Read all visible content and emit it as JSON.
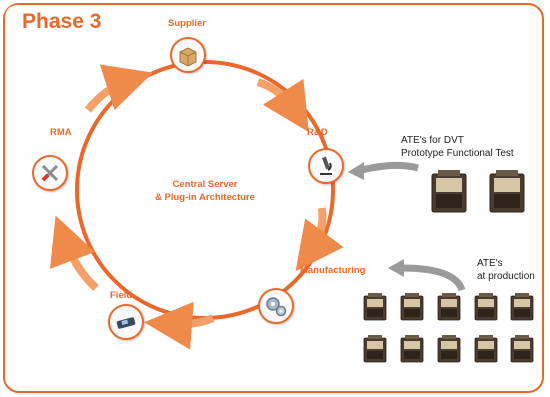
{
  "phase": {
    "title": "Phase 3"
  },
  "center": {
    "line1": "Central Server",
    "line2": "& Plug-in Architecture"
  },
  "stages": {
    "supplier": "Supplier",
    "rd": "R&D",
    "manufacturing": "Manufacturing",
    "field": "Field",
    "rma": "RMA"
  },
  "notes": {
    "dvt_line1": "ATE's for DVT",
    "dvt_line2": "Prototype Functional Test",
    "prod_line1": "ATE's",
    "prod_line2": "at production"
  },
  "colors": {
    "accent": "#e8692a",
    "arrow_gray": "#9a9a9a"
  },
  "icons": {
    "supplier": "box-icon",
    "rd": "microscope-icon",
    "manufacturing": "gears-icon",
    "field": "device-icon",
    "rma": "tools-icon"
  }
}
